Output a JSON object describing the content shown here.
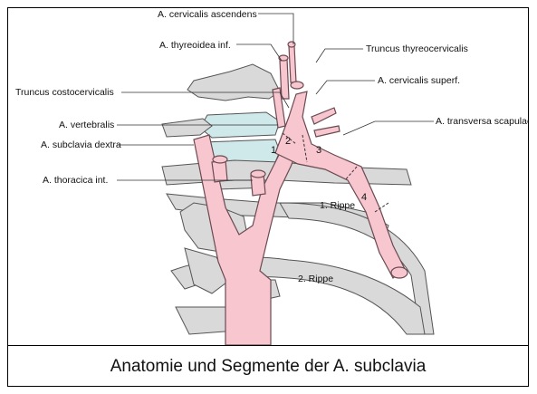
{
  "labels": {
    "cervicalis_ascendens": "A. cervicalis ascendens",
    "thyreoidea_inf": "A. thyreoidea inf.",
    "truncus_thyreocervicalis": "Truncus thyreocervicalis",
    "cervicalis_superf": "A. cervicalis superf.",
    "truncus_costocervicalis": "Truncus costocervicalis",
    "vertebralis": "A. vertebralis",
    "transversa_scapulae": "A. transversa scapulae",
    "subclavia_dextra": "A. subclavia dextra",
    "thoracica_int": "A. thoracica int.",
    "rippe_1": "1. Rippe",
    "rippe_2": "2. Rippe"
  },
  "segments": [
    "1",
    "2",
    "3",
    "4"
  ],
  "caption": "Anatomie und Segmente der A. subclavia",
  "colors": {
    "artery": "#f7c6cf",
    "artery_stroke": "#6b4a52",
    "bone": "#d9d9d9",
    "bone_stroke": "#555555",
    "disc": "#cfe8ea"
  }
}
